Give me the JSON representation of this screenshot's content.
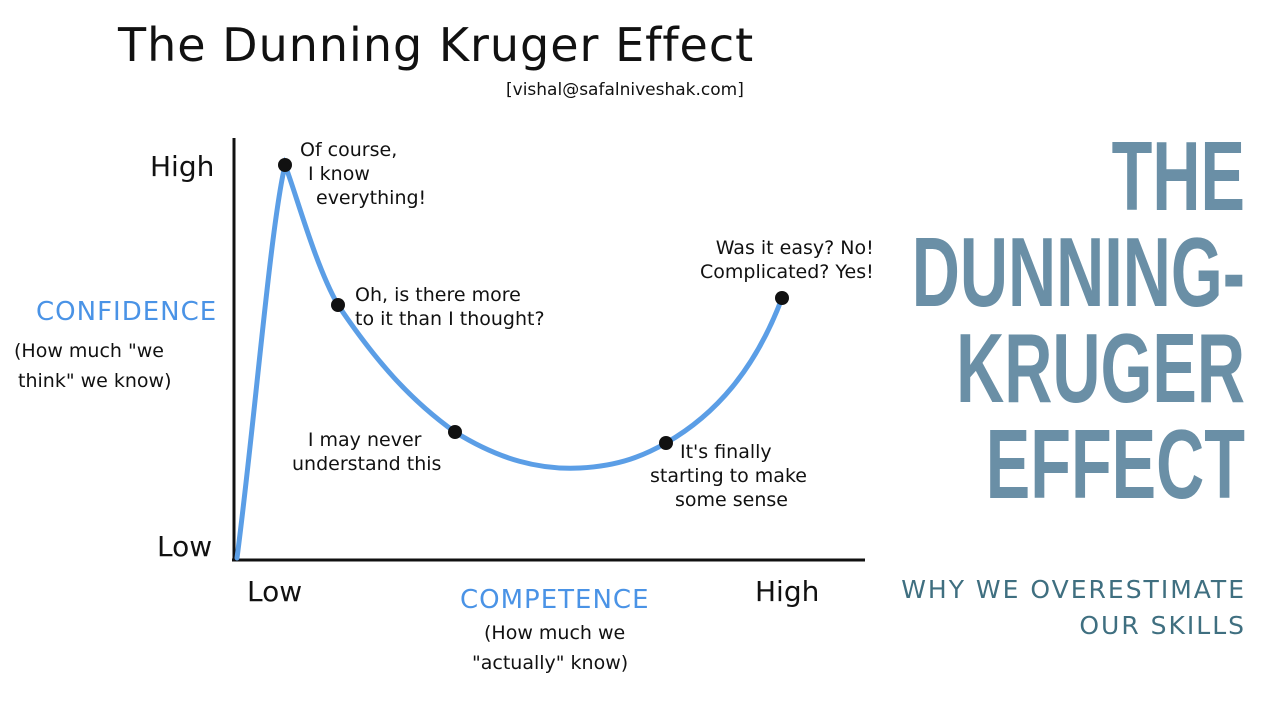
{
  "title": "The Dunning Kruger Effect",
  "credit": "[vishal@safalniveshak.com]",
  "y_axis": {
    "high": "High",
    "low": "Low",
    "label": "CONFIDENCE",
    "sublabel_1": "(How much \"we",
    "sublabel_2": "think\" we know)"
  },
  "x_axis": {
    "low": "Low",
    "high": "High",
    "label": "COMPETENCE",
    "sublabel_1": "(How much we",
    "sublabel_2": "\"actually\" know)"
  },
  "annotations": {
    "peak": [
      "Of course,",
      "I know",
      "everything!"
    ],
    "decline": [
      "Oh, is there more",
      "to it than I thought?"
    ],
    "valley": [
      "I may never",
      "understand this"
    ],
    "rise": [
      "It's finally",
      "starting to make",
      "some sense"
    ],
    "end": [
      "Was it easy? No!",
      "Complicated? Yes!"
    ]
  },
  "headline": [
    "THE",
    "DUNNING-",
    "KRUGER",
    "EFFECT"
  ],
  "subheadline": [
    "WHY WE OVERESTIMATE",
    "OUR SKILLS"
  ],
  "colors": {
    "curve": "#5b9ee6",
    "axis_label": "#4a93e6",
    "headline": "#6a8fa6",
    "subheadline": "#3f6f80"
  }
}
